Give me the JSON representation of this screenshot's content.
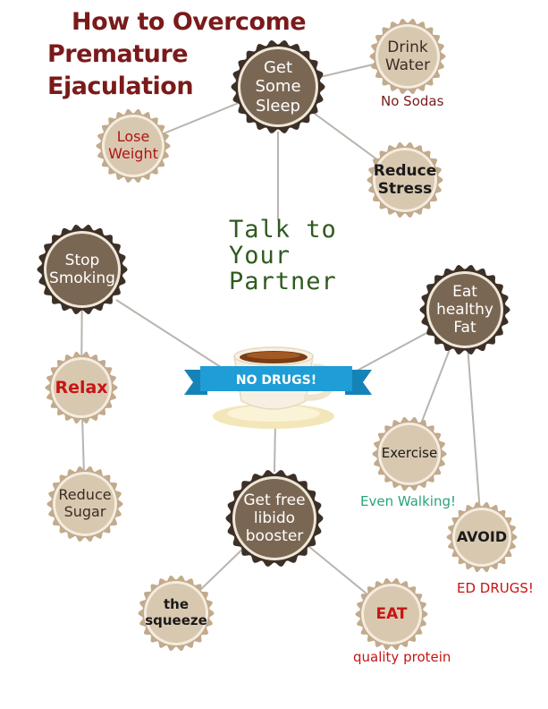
{
  "title": {
    "lines": [
      "How to Overcome",
      "Premature",
      "Ejaculation"
    ]
  },
  "center": {
    "lines": [
      "Talk to",
      "Your",
      "Partner"
    ]
  },
  "ribbon": {
    "text": "NO DRUGS!"
  },
  "colors": {
    "title": "#7a1a1a",
    "dark_badge": "#7a6753",
    "light_badge": "#d9c8b0",
    "light_badge_ring": "#c2aa8c",
    "connector": "#b9b4ae",
    "accent_red": "#c81414",
    "accent_green": "#2aa37a",
    "ribbon": "#1e9dd6",
    "center_text": "#2f5a1f"
  },
  "nodes": [
    {
      "id": "get-some-sleep",
      "style": "dark",
      "lines": [
        "Get",
        "Some",
        "Sleep"
      ]
    },
    {
      "id": "drink-water",
      "style": "light",
      "lines": [
        "Drink",
        "Water"
      ]
    },
    {
      "id": "lose-weight",
      "style": "light",
      "lines": [
        "Lose",
        "Weight"
      ]
    },
    {
      "id": "reduce-stress",
      "style": "light",
      "lines": [
        "Reduce",
        "Stress"
      ]
    },
    {
      "id": "stop-smoking",
      "style": "dark",
      "lines": [
        "Stop",
        "Smoking"
      ]
    },
    {
      "id": "eat-healthy-fat",
      "style": "dark",
      "lines": [
        "Eat",
        "healthy",
        "Fat"
      ]
    },
    {
      "id": "relax",
      "style": "light",
      "lines": [
        "Relax"
      ]
    },
    {
      "id": "exercise",
      "style": "light",
      "lines": [
        "Exercise"
      ]
    },
    {
      "id": "reduce-sugar",
      "style": "light",
      "lines": [
        "Reduce",
        "Sugar"
      ]
    },
    {
      "id": "get-free-libido-booster",
      "style": "dark",
      "lines": [
        "Get free",
        "libido",
        "booster"
      ]
    },
    {
      "id": "avoid",
      "style": "light",
      "lines": [
        "AVOID"
      ]
    },
    {
      "id": "the-squeeze",
      "style": "light",
      "lines": [
        "the",
        "squeeze"
      ]
    },
    {
      "id": "eat",
      "style": "light",
      "lines": [
        "EAT"
      ]
    }
  ],
  "callouts": [
    {
      "id": "no-sodas",
      "text": "No Sodas"
    },
    {
      "id": "even-walking",
      "text": "Even Walking!"
    },
    {
      "id": "ed-drugs",
      "text": "ED DRUGS!"
    },
    {
      "id": "quality-protein",
      "text": "quality protein"
    }
  ]
}
